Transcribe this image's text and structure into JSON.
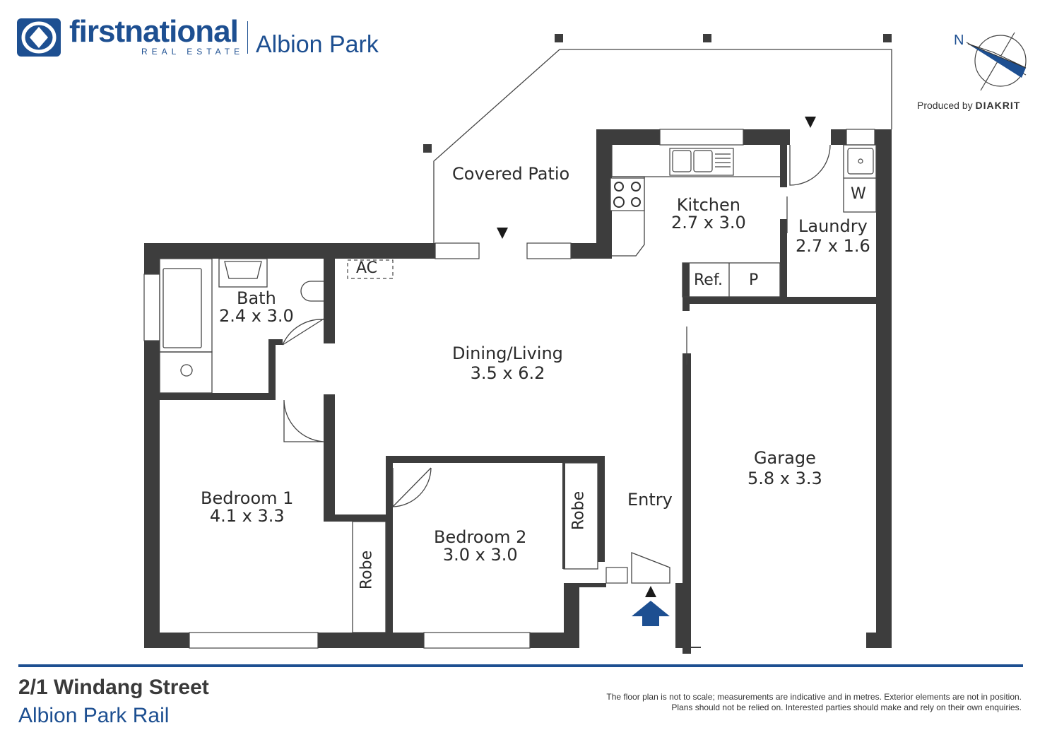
{
  "brand": {
    "name_part1": "first",
    "name_part2": "national",
    "sub": "REAL ESTATE",
    "office": "Albion Park",
    "primary_color": "#1d4f91"
  },
  "compass": {
    "north_label": "N"
  },
  "producer": {
    "prefix": "Produced by",
    "name": "DIAKRIT"
  },
  "rooms": {
    "covered_patio": {
      "name": "Covered Patio"
    },
    "kitchen": {
      "name": "Kitchen",
      "size": "2.7 x 3.0"
    },
    "laundry": {
      "name": "Laundry",
      "size": "2.7 x 1.6"
    },
    "bath": {
      "name": "Bath",
      "size": "2.4 x 3.0"
    },
    "dining": {
      "name": "Dining/Living",
      "size": "3.5 x 6.2"
    },
    "garage": {
      "name": "Garage",
      "size": "5.8 x 3.3"
    },
    "bedroom1": {
      "name": "Bedroom 1",
      "size": "4.1 x 3.3"
    },
    "bedroom2": {
      "name": "Bedroom 2",
      "size": "3.0 x 3.0"
    },
    "entry": {
      "name": "Entry"
    },
    "robe1": {
      "name": "Robe"
    },
    "robe2": {
      "name": "Robe"
    },
    "ac": {
      "name": "AC"
    },
    "ref": {
      "name": "Ref."
    },
    "pantry": {
      "name": "P"
    },
    "washer": {
      "name": "W"
    }
  },
  "address": {
    "line1": "2/1 Windang Street",
    "line2": "Albion Park Rail"
  },
  "disclaimer": {
    "line1": "The floor plan is not to scale; measurements are indicative and in metres. Exterior elements are not in position.",
    "line2": "Plans should not be relied on. Interested parties should make and rely on their own enquiries."
  },
  "colors": {
    "wall": "#3d3d3d",
    "accent": "#1d4f91"
  }
}
